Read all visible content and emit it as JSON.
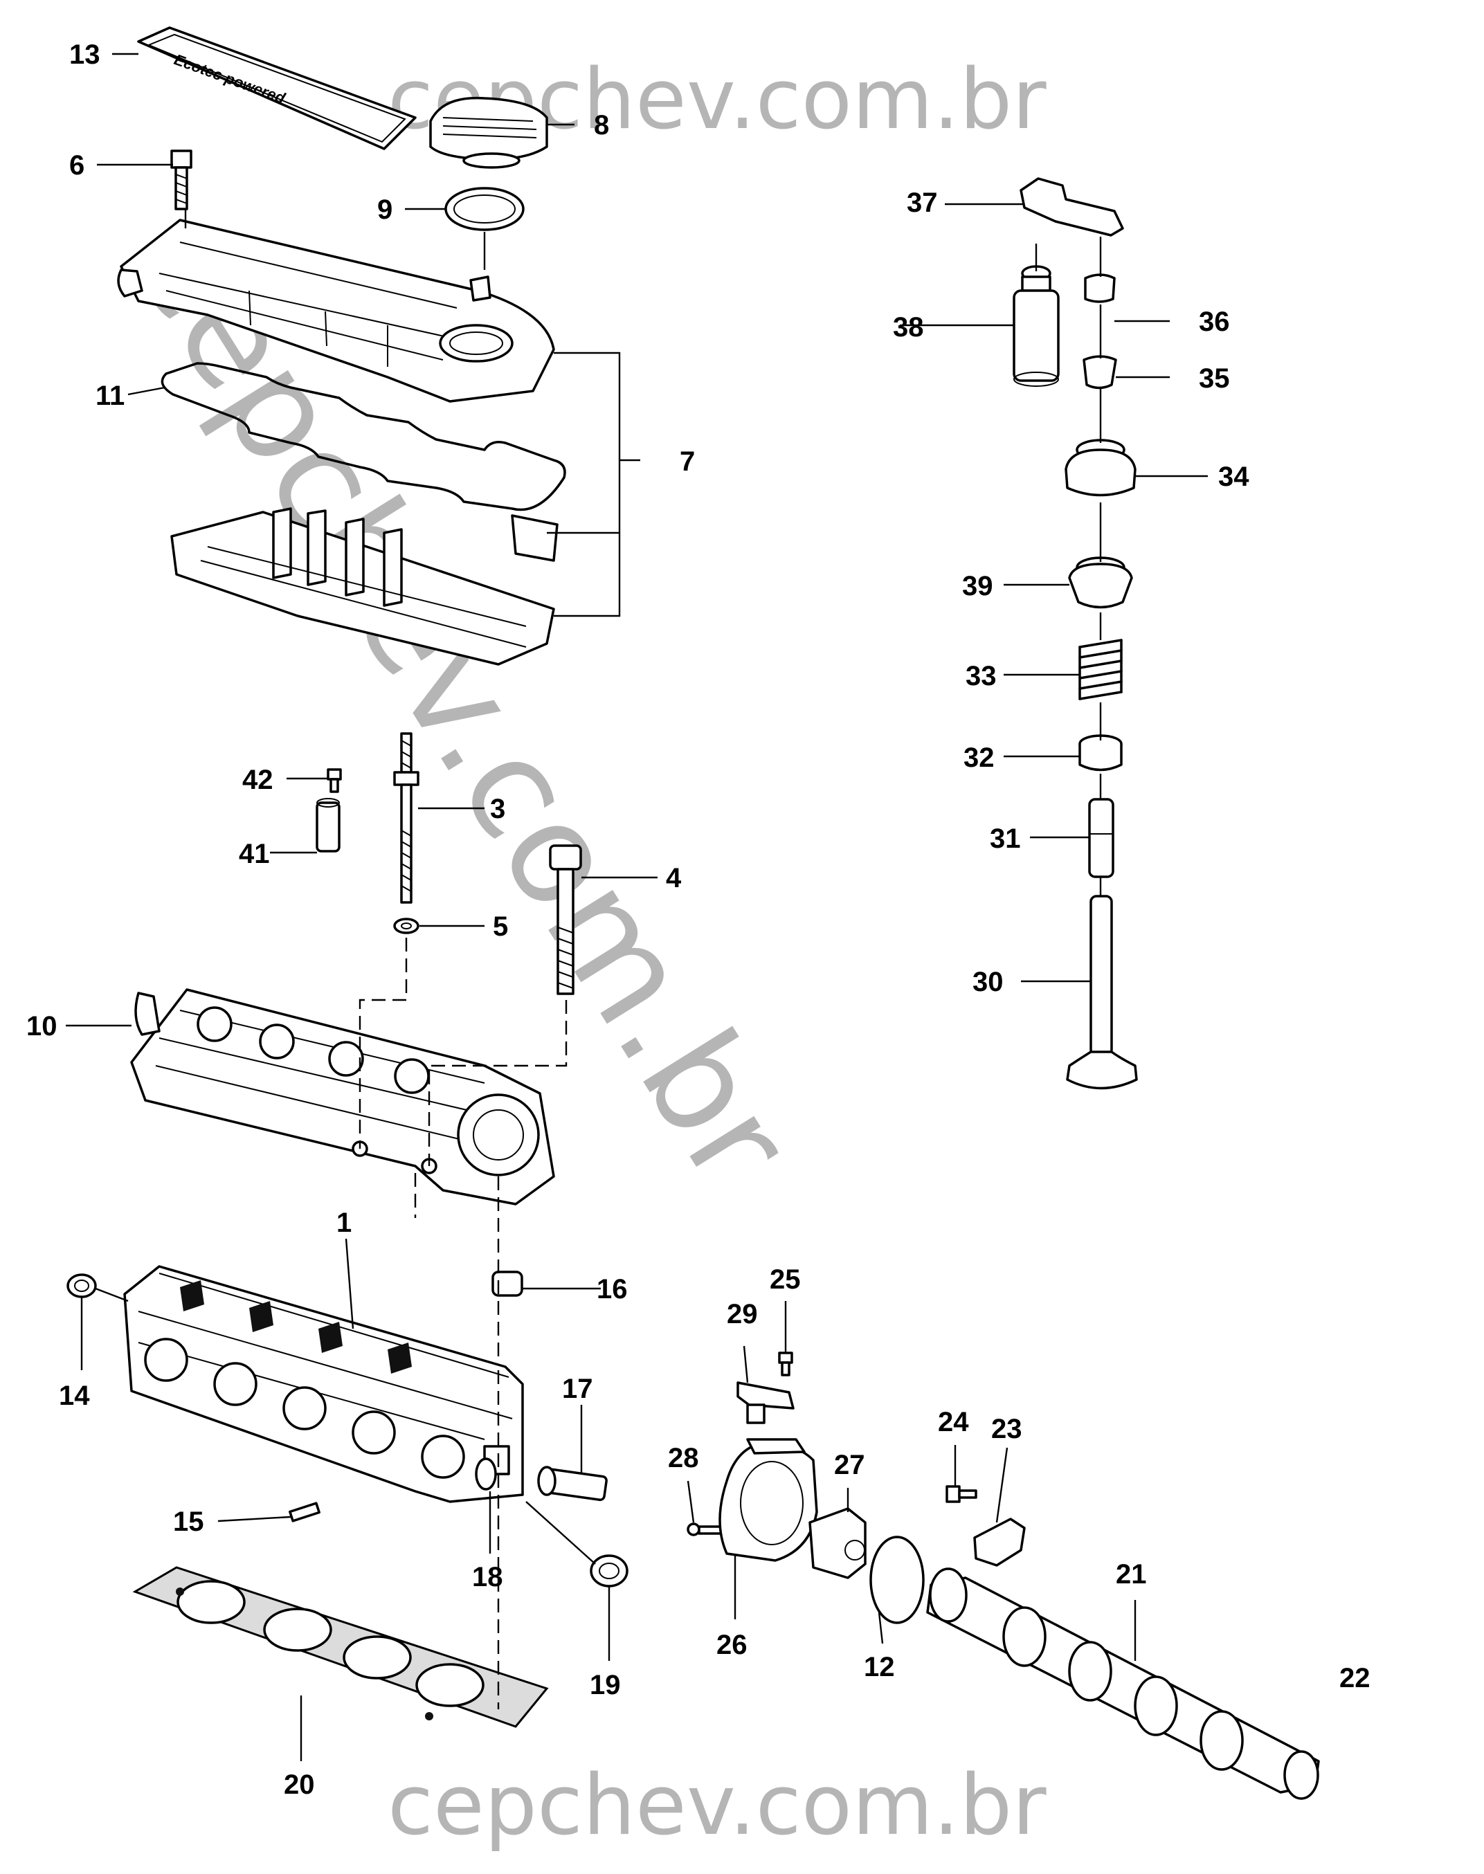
{
  "watermarks": {
    "top": "cepchev.com.br",
    "bottom": "cepchev.com.br",
    "diagonal": "cepchev.com.br"
  },
  "cover_plate_text": "Ecotec powered",
  "callouts": {
    "p1": "1",
    "p3": "3",
    "p4": "4",
    "p5": "5",
    "p6": "6",
    "p7": "7",
    "p8": "8",
    "p9": "9",
    "p10": "10",
    "p11": "11",
    "p12": "12",
    "p13": "13",
    "p14": "14",
    "p15": "15",
    "p16": "16",
    "p17": "17",
    "p18": "18",
    "p19": "19",
    "p20": "20",
    "p21": "21",
    "p22": "22",
    "p23": "23",
    "p24": "24",
    "p25": "25",
    "p26": "26",
    "p27": "27",
    "p28": "28",
    "p29": "29",
    "p30": "30",
    "p31": "31",
    "p32": "32",
    "p33": "33",
    "p34": "34",
    "p35": "35",
    "p36": "36",
    "p37": "37",
    "p38": "38",
    "p39": "39",
    "p41": "41",
    "p42": "42"
  }
}
